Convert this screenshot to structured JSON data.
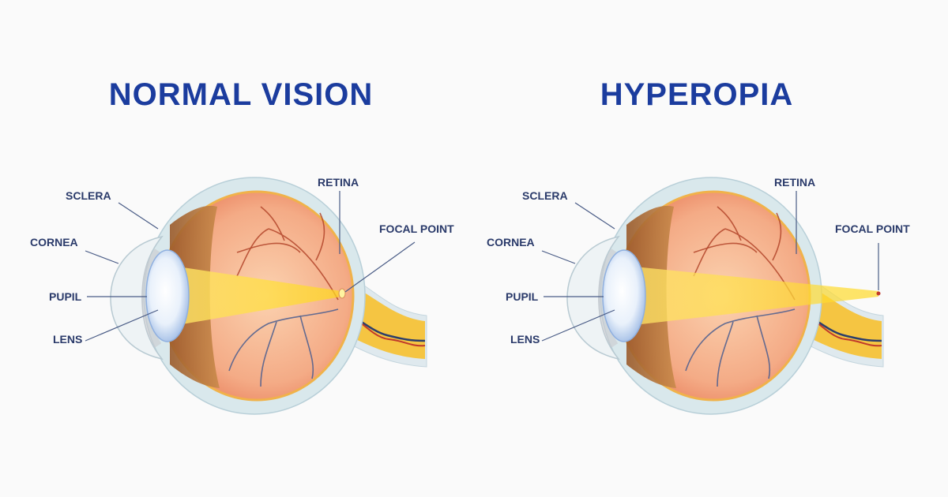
{
  "panels": [
    {
      "title": "NORMAL VISION",
      "condition": "normal",
      "labels": {
        "sclera": "SCLERA",
        "cornea": "CORNEA",
        "pupil": "PUPIL",
        "lens": "LENS",
        "retina": "RETINA",
        "focal_point": "FOCAL POINT"
      }
    },
    {
      "title": "HYPEROPIA",
      "condition": "hyperopia",
      "labels": {
        "sclera": "SCLERA",
        "cornea": "CORNEA",
        "pupil": "PUPIL",
        "lens": "LENS",
        "retina": "RETINA",
        "focal_point": "FOCAL POINT"
      }
    }
  ],
  "colors": {
    "title": "#1b3c9e",
    "label": "#2a3a6a",
    "sclera": "#d9e8ec",
    "eye_interior": "#f2a27e",
    "light_beam": "#ffe45c",
    "optic_nerve": "#f5c542"
  }
}
